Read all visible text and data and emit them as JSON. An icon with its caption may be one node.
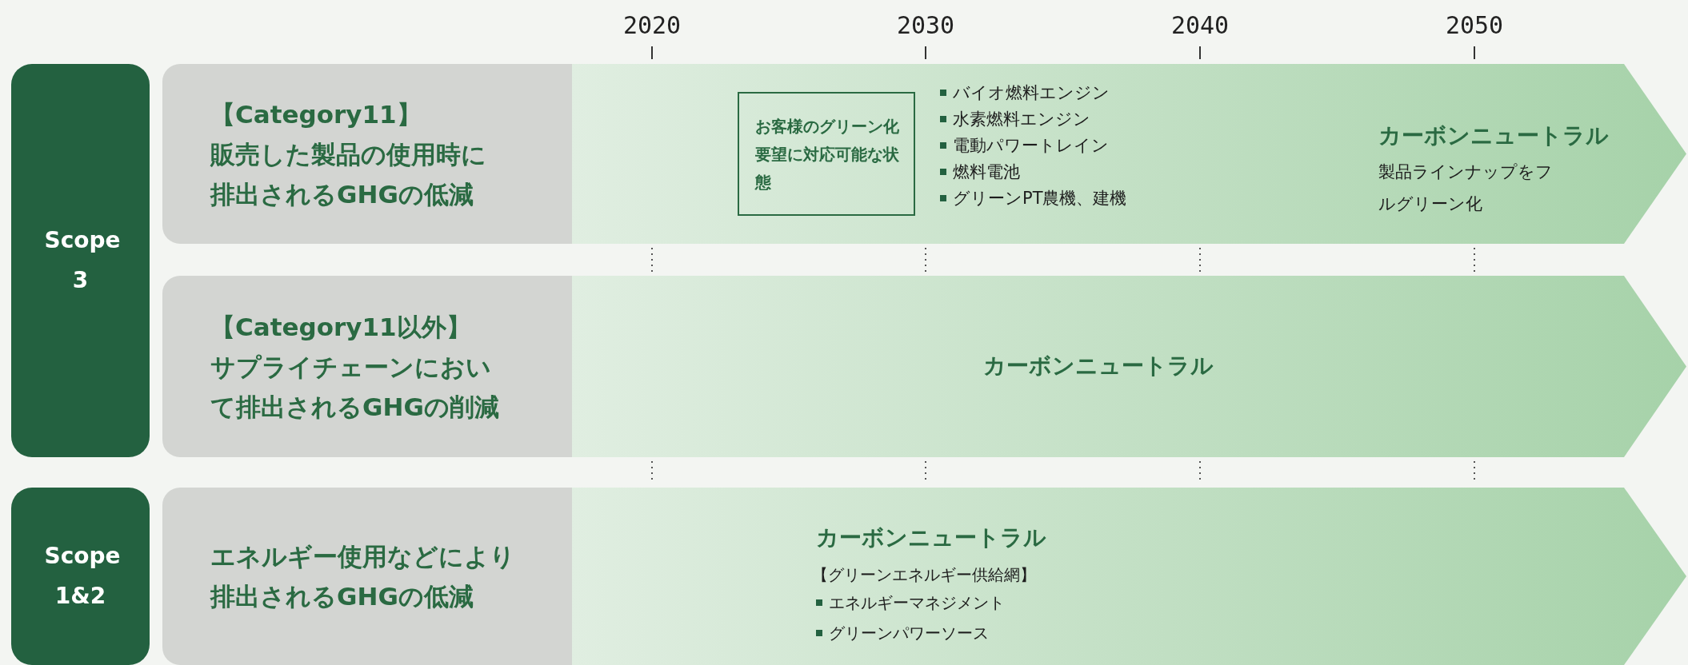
{
  "diagram": {
    "nodes": [
      {
        "text": [
          "Scope 3"
        ]
      },
      {
        "text": [
          "【Category11】",
          "販売した製品の使用時に排出されるGHGの低減"
        ]
      },
      {
        "text": [
          "バイオ燃料エンジン",
          "水素燃料エンジン",
          "電動パワートレイン",
          "燃料電池",
          "グリーンPT農機、建機",
          "カーボンニュートラル",
          "製品ラインナップをフルグリーン化"
        ]
      },
      {
        "text": [
          "お客様のグリーン化要望に対応可能な状態"
        ],
        "in": 2
      },
      {
        "text": [
          "【Category11以外】",
          "サプライチェーンにおいて排出されるGHGの削減"
        ]
      },
      {
        "text": [
          "カーボンニュートラル"
        ]
      },
      {
        "text": [
          "Scope 1&2"
        ]
      },
      {
        "text": [
          "エネルギー使用などにより排出されるGHGの低減"
        ]
      },
      {
        "text": [
          "カーボンニュートラル",
          "【グリーンエネルギー供給網】",
          "エネルギーマネジメント",
          "グリーンパワーソース"
        ]
      }
    ],
    "labels": [
      "2020",
      "2030",
      "2040",
      "2050"
    ]
  }
}
